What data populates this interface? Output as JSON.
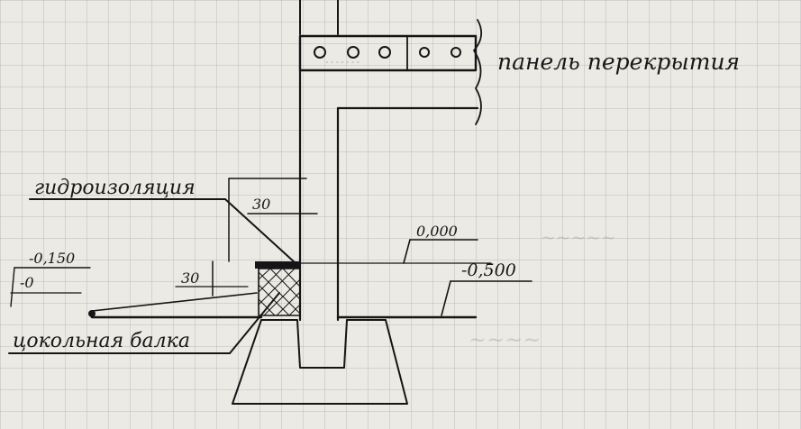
{
  "labels": {
    "floor_panel": "панель перекрытия",
    "waterproofing": "гидроизоляция",
    "plinth_beam": "цокольная балка"
  },
  "dimensions": {
    "offset_top": "30",
    "offset_side": "30"
  },
  "levels": {
    "zero": "0,000",
    "left": "-0,150",
    "left_second": "-0",
    "right": "-0,500"
  },
  "colors": {
    "ink": "#151515",
    "paper": "#eceae4",
    "grid": "#9696a0"
  }
}
